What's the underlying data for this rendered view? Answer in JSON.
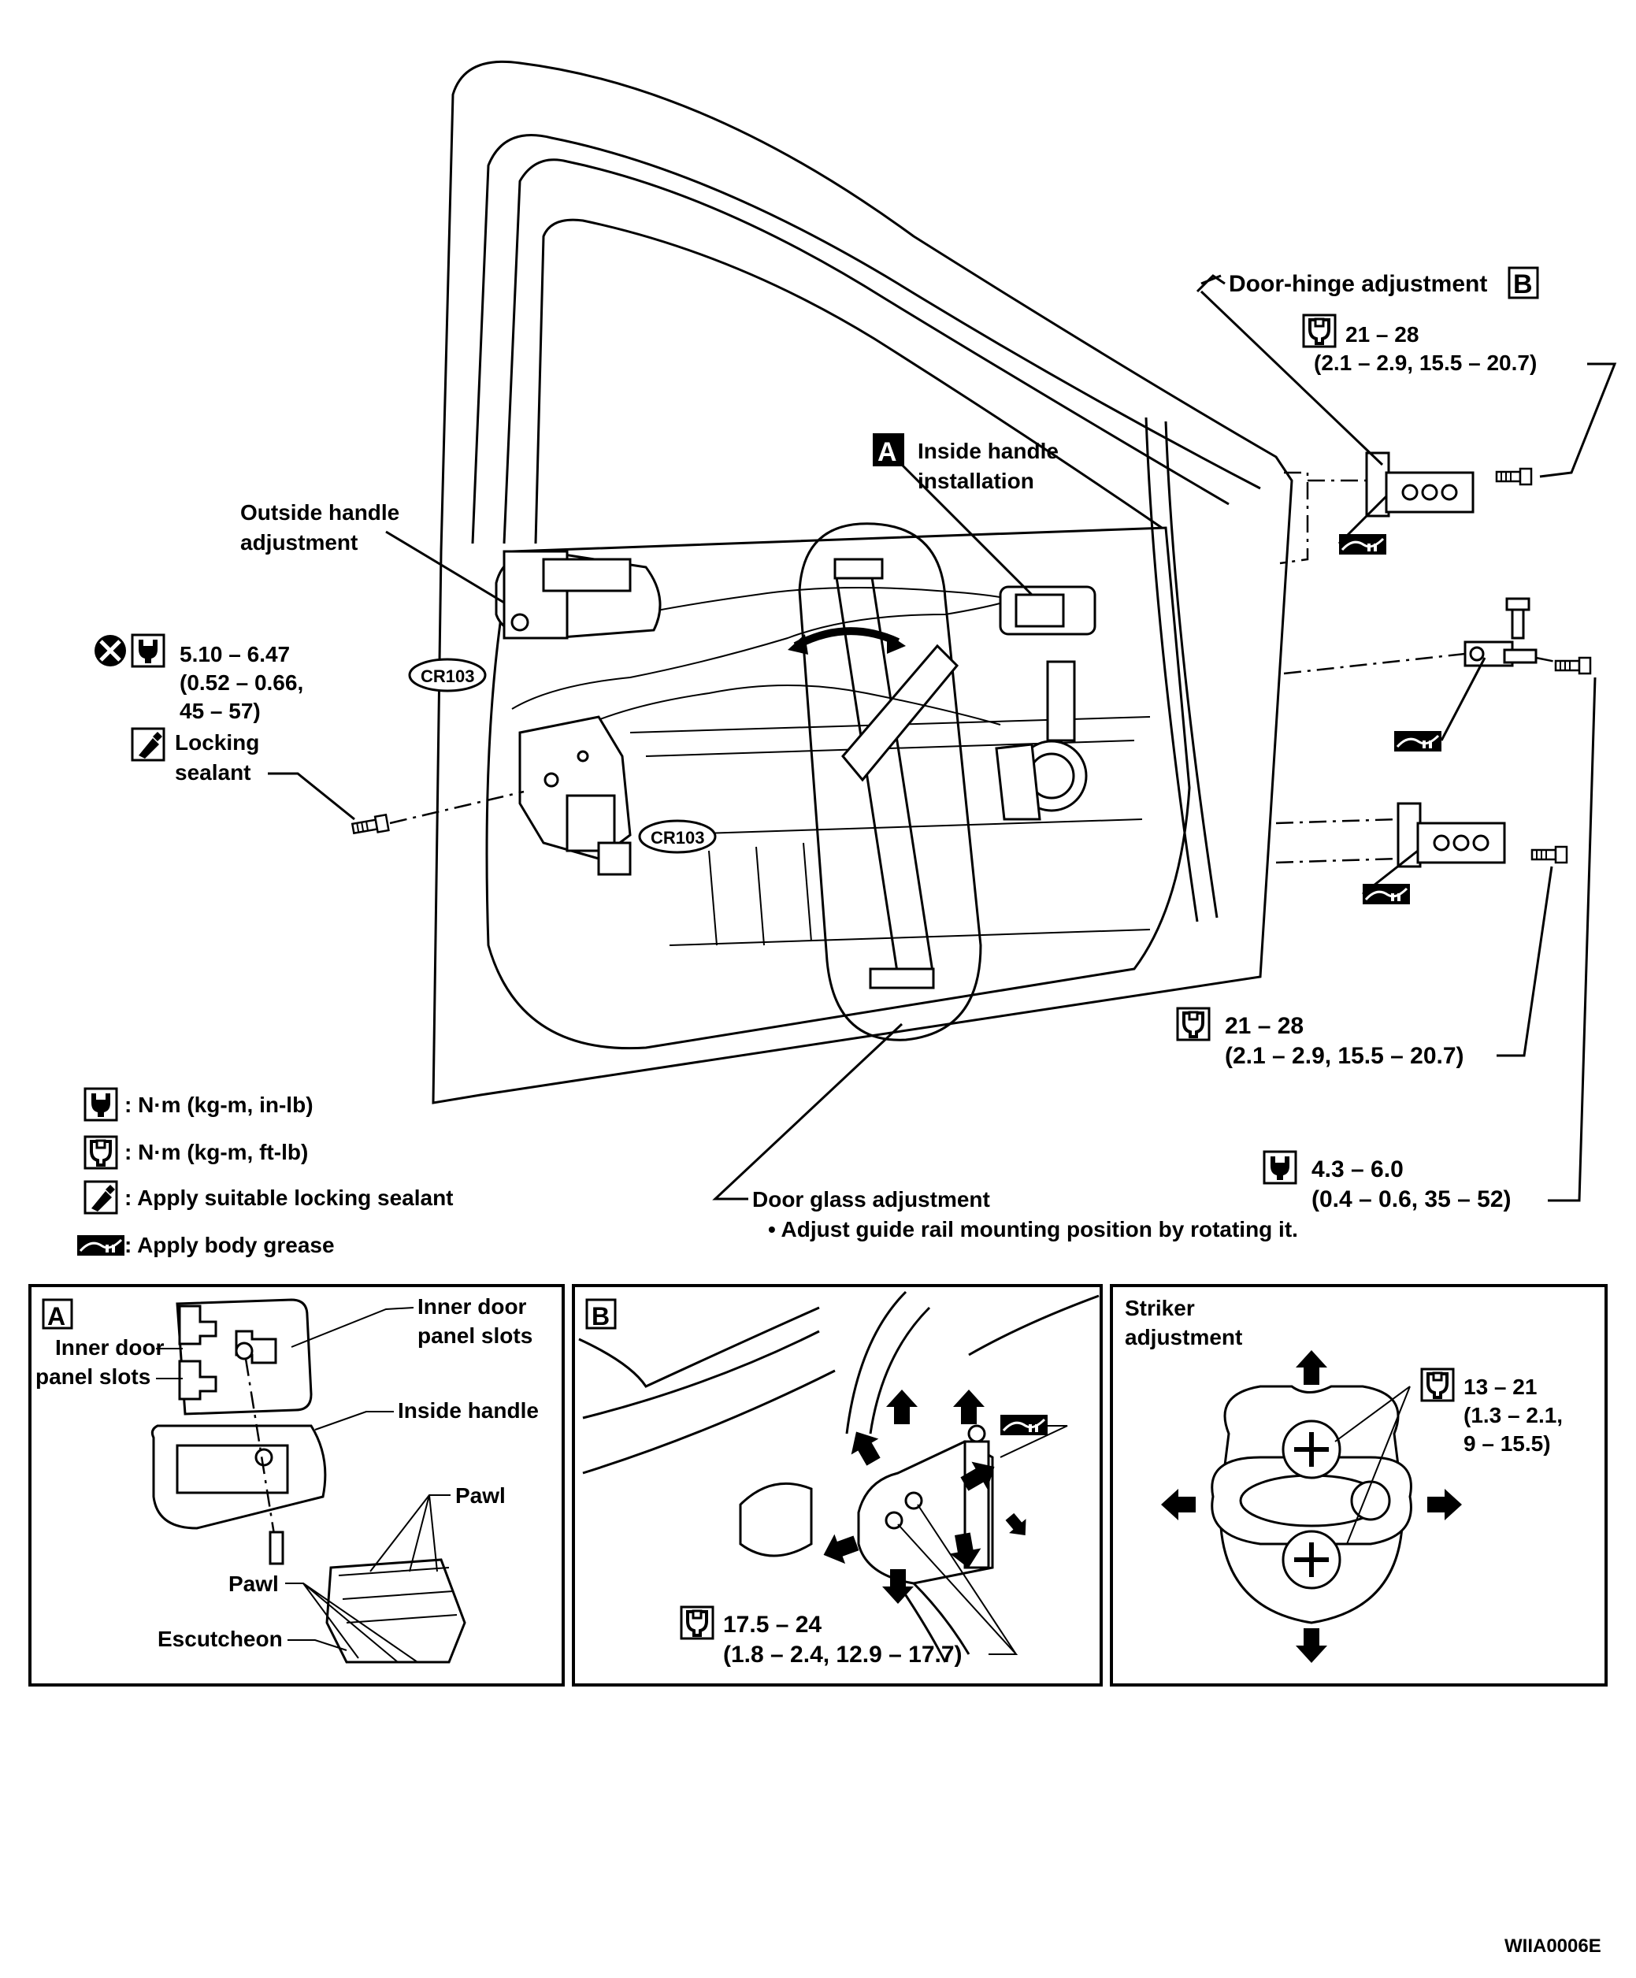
{
  "callouts": {
    "door_hinge_adjustment": "Door-hinge adjustment",
    "b_badge": "B",
    "a_badge": "A",
    "inside_handle_installation_1": "Inside handle",
    "inside_handle_installation_2": "installation",
    "outside_handle_1": "Outside handle",
    "outside_handle_2": "adjustment",
    "cr103": "CR103",
    "locking_sealant_1": "Locking",
    "locking_sealant_2": "sealant",
    "door_glass_adjustment": "Door glass adjustment",
    "door_glass_note": "• Adjust guide rail mounting position by rotating it.",
    "code": "WIIA0006E"
  },
  "torques": {
    "hinge_upper_1": "21 – 28",
    "hinge_upper_2": "(2.1 – 2.9, 15.5 – 20.7)",
    "lock_1": "5.10 – 6.47",
    "lock_2": "(0.52 – 0.66,",
    "lock_3": "45 – 57)",
    "hinge_lower_1": "21 – 28",
    "hinge_lower_2": "(2.1 – 2.9, 15.5 – 20.7)",
    "check_link_1": "4.3 – 6.0",
    "check_link_2": "(0.4 – 0.6, 35 – 52)"
  },
  "legend": {
    "nm_inlb": ": N·m (kg-m, in-lb)",
    "nm_ftlb": ": N·m (kg-m, ft-lb)",
    "sealant": ": Apply suitable locking sealant",
    "grease": ": Apply body grease"
  },
  "panel_a": {
    "badge": "A",
    "inner_door_slots_left_1": "Inner door",
    "inner_door_slots_left_2": "panel slots",
    "inner_door_slots_right_1": "Inner door",
    "inner_door_slots_right_2": "panel slots",
    "inside_handle": "Inside handle",
    "pawl_right": "Pawl",
    "pawl_left": "Pawl",
    "escutcheon": "Escutcheon"
  },
  "panel_b": {
    "badge": "B",
    "torque_1": "17.5 – 24",
    "torque_2": "(1.8 – 2.4, 12.9 – 17.7)"
  },
  "panel_striker": {
    "title_1": "Striker",
    "title_2": "adjustment",
    "torque_1": "13 – 21",
    "torque_2": "(1.3 – 2.1,",
    "torque_3": "9 – 15.5)"
  },
  "icons": {
    "torque_inlb": "torque-wrench-inlb-icon",
    "torque_ftlb": "torque-wrench-ftlb-icon",
    "sealant": "sealant-icon",
    "grease": "grease-icon",
    "no_reuse": "do-not-reuse-icon"
  }
}
